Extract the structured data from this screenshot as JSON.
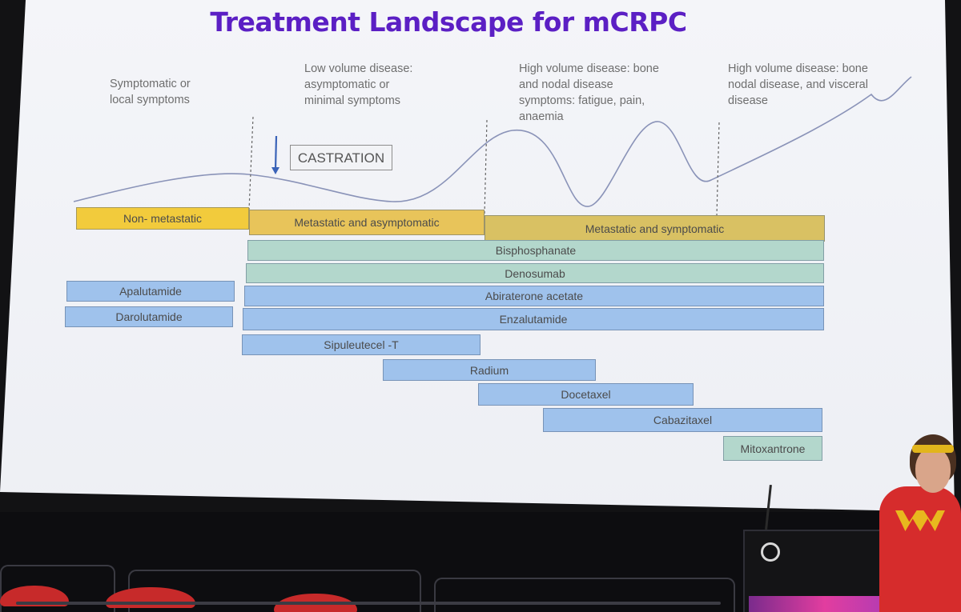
{
  "slide": {
    "title": "Treatment Landscape for mCRPC",
    "stages": [
      {
        "text": "Symptomatic or\nlocal symptoms"
      },
      {
        "text": "Low volume disease:\nasymptomatic or\nminimal symptoms"
      },
      {
        "text": "High volume disease: bone\nand nodal disease\nsymptoms: fatigue, pain,\nanaemia"
      },
      {
        "text": "High volume disease: bone\nnodal disease, and visceral\ndisease"
      }
    ],
    "castration_label": "CASTRATION",
    "phases": [
      {
        "label": "Non- metastatic",
        "color": "#f2cb3c"
      },
      {
        "label": "Metastatic and asymptomatic",
        "color": "#e8c45a"
      },
      {
        "label": "Metastatic and symptomatic",
        "color": "#d9c163"
      }
    ],
    "treatments": [
      {
        "label": "Bisphosphanate",
        "color": "#b3d7cc"
      },
      {
        "label": "Denosumab",
        "color": "#b3d7cc"
      },
      {
        "label": "Apalutamide",
        "color": "#9fc2ec"
      },
      {
        "label": "Abiraterone acetate",
        "color": "#9fc2ec"
      },
      {
        "label": "Darolutamide",
        "color": "#9fc2ec"
      },
      {
        "label": "Enzalutamide",
        "color": "#9fc2ec"
      },
      {
        "label": "Sipuleutecel -T",
        "color": "#9fc2ec"
      },
      {
        "label": "Radium",
        "color": "#9fc2ec"
      },
      {
        "label": "Docetaxel",
        "color": "#9fc2ec"
      },
      {
        "label": "Cabazitaxel",
        "color": "#9fc2ec"
      },
      {
        "label": "Mitoxantrone",
        "color": "#b3d7cc"
      }
    ],
    "colors": {
      "title": "#5b1fc4",
      "curve": "#8a93b8",
      "arrow": "#3a63b8"
    }
  }
}
